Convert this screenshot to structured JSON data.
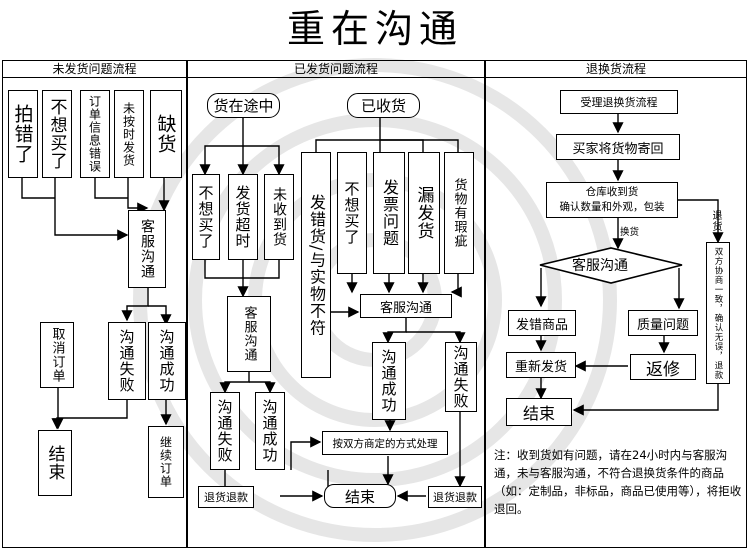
{
  "title": "重在沟通",
  "columns": [
    "未发货问题流程",
    "已发货问题流程",
    "退换货流程"
  ],
  "left": {
    "reasons": [
      "拍错了",
      "不想买了",
      "订单信息错误",
      "未按时发货",
      "缺货"
    ],
    "service": "客服沟通",
    "fail": "沟通失败",
    "success": "沟通成功",
    "cancel": "取消订单",
    "continue": "继续订单",
    "end": "结束"
  },
  "middle": {
    "transit": "货在途中",
    "received": "已收货",
    "transit_reasons": [
      "不想买了",
      "发货超时",
      "未收到货"
    ],
    "received_reasons": [
      "发错货/与实物不符",
      "不想买了",
      "发票问题",
      "漏发货",
      "货物有瑕疵"
    ],
    "service_a": "客服沟通",
    "service_b": "客服沟通",
    "fail_a": "沟通失败",
    "success_a": "沟通成功",
    "success_b": "沟通成功",
    "fail_b": "沟通失败",
    "negotiate": "按双方商定的方式处理",
    "refund_a": "退货退款",
    "end": "结束",
    "refund_b": "退货退款"
  },
  "right": {
    "accept": "受理退换货流程",
    "ship_back": "买家将货物寄回",
    "warehouse_line1": "仓库收到货",
    "warehouse_line2": "确认数量和外观，包装",
    "exchange_label": "换货",
    "return_label": "退货",
    "service": "客服沟通",
    "wrong_item": "发错商品",
    "quality": "质量问题",
    "reship": "重新发货",
    "repair": "返修",
    "end": "结束",
    "return_side": "双方协商一致，确认无误，退款",
    "note": "注：收到货如有问题，请在24小时内与客服沟通，未与客服沟通，不符合退换货条件的商品（如：定制品，非标品，商品已使用等），将拒收退回。"
  }
}
